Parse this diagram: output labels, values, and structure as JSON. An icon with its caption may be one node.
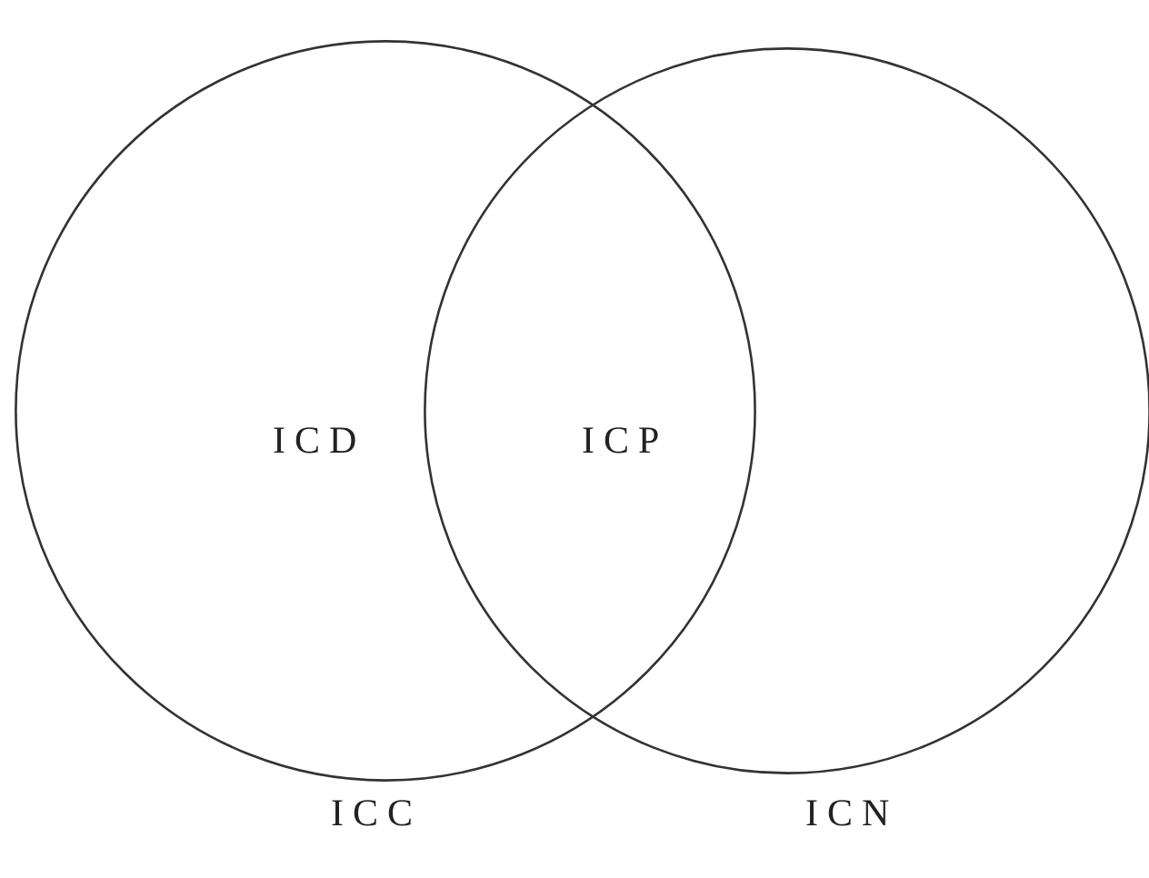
{
  "diagram": {
    "nodes": [
      {
        "text": [
          "ICD"
        ],
        "beside": [
          "ICC"
        ]
      },
      {
        "text": [],
        "shape": "circle",
        "beside": [
          "ICN"
        ]
      }
    ],
    "edges": [],
    "labels": [
      "ICP"
    ]
  }
}
